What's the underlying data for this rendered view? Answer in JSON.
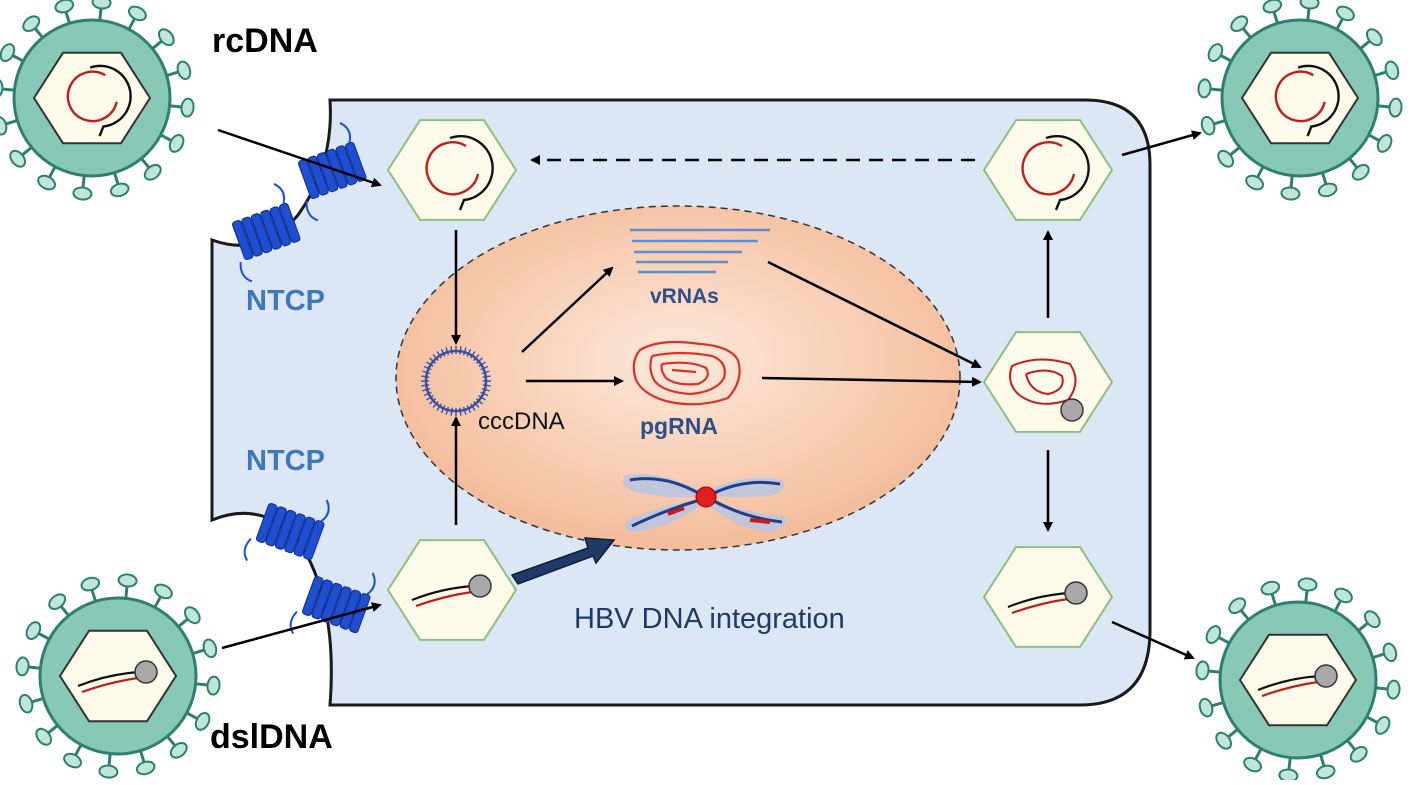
{
  "labels": {
    "rcdna": "rcDNA",
    "dsldna": "dslDNA",
    "ntcp_top": "NTCP",
    "ntcp_bottom": "NTCP",
    "vrnas": "vRNAs",
    "pgrna": "pgRNA",
    "cccdna": "cccDNA",
    "integration": "HBV DNA integration"
  },
  "colors": {
    "cell_fill": "#dbe7f5",
    "nucleus_fill": "#f3b894",
    "virus_teal": "#87c9b6",
    "virus_outline": "#2f7f70",
    "capsid_fill": "#fffbea",
    "capsid_outline": "#8cbf7c",
    "receptor_blue": "#1f4fd0",
    "dna_red": "#c21d1d",
    "label_blue": "#3f78b8"
  }
}
